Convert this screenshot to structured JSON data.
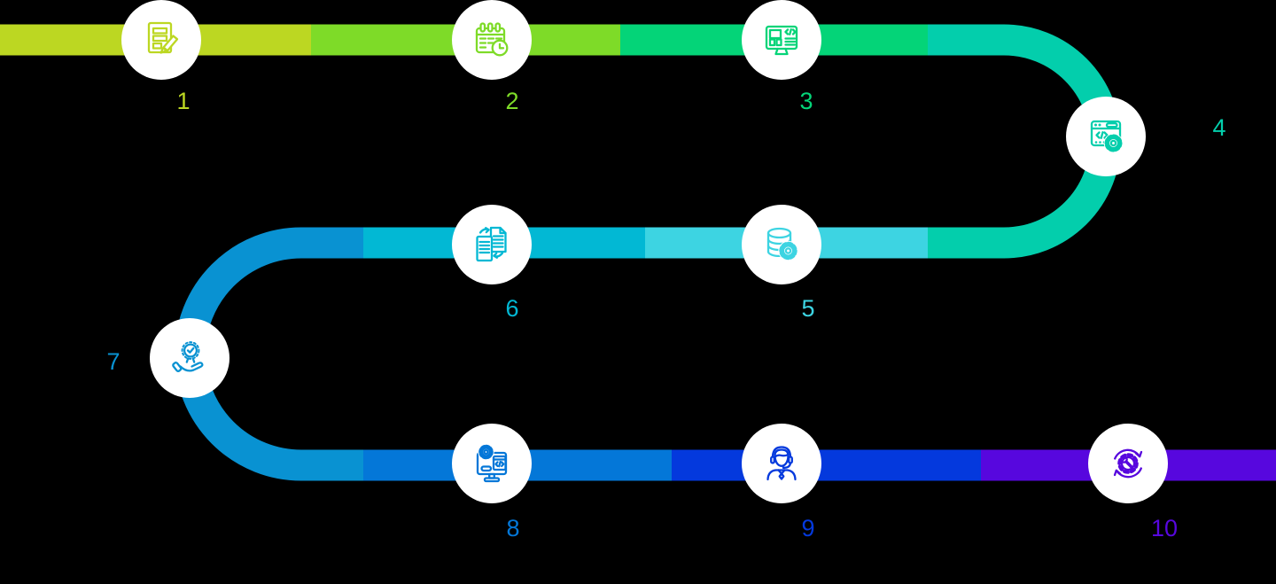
{
  "background_color": "#000000",
  "circle_fill": "#FFFFFF",
  "diagram_type": "snake-process-timeline",
  "steps": [
    {
      "number": "1",
      "color": "#BCD722",
      "icon": "document-edit-icon"
    },
    {
      "number": "2",
      "color": "#7EDB28",
      "icon": "calendar-clock-icon"
    },
    {
      "number": "3",
      "color": "#04D478",
      "icon": "monitor-layout-code-icon"
    },
    {
      "number": "4",
      "color": "#03CEAC",
      "icon": "browser-code-gear-icon"
    },
    {
      "number": "5",
      "color": "#3DD4E2",
      "icon": "database-gear-icon"
    },
    {
      "number": "6",
      "color": "#02B8D4",
      "icon": "documents-transfer-icon"
    },
    {
      "number": "7",
      "color": "#0992D2",
      "icon": "quality-badge-hand-icon"
    },
    {
      "number": "8",
      "color": "#0477D8",
      "icon": "monitor-gear-code-icon"
    },
    {
      "number": "9",
      "color": "#0439DD",
      "icon": "support-headset-icon"
    },
    {
      "number": "10",
      "color": "#5707DE",
      "icon": "gear-wrench-sync-icon"
    }
  ]
}
